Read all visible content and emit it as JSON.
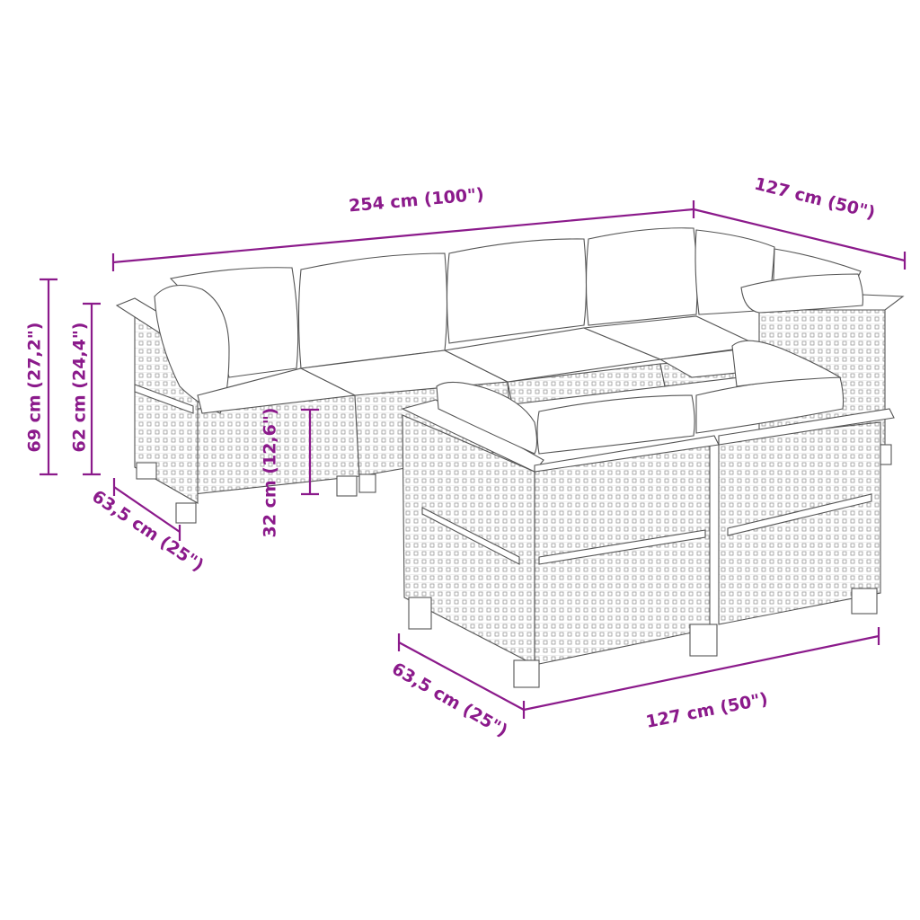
{
  "diagram": {
    "subject": "7-piece rattan garden sofa set with cushions (line drawing)",
    "accent_color": "#8b1a8b",
    "line_color": "#555555",
    "dimensions": {
      "total_width": "254 cm (100\")",
      "side_depth": "127 cm (50\")",
      "total_height": "69 cm (27,2\")",
      "armrest_height": "62 cm (24,4\")",
      "seat_height": "32 cm (12,6\")",
      "left_module_depth": "63,5 cm (25\")",
      "front_module_depth": "63,5 cm (25\")",
      "front_width": "127 cm (50\")"
    }
  }
}
